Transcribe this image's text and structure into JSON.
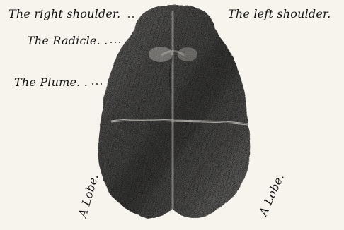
{
  "labels": {
    "right_shoulder": "The right shoulder.",
    "left_shoulder": "The left shoulder.",
    "radicle": "The Radicle. .",
    "plume": "The Plume. .",
    "lobe_left": "A Lobe.",
    "lobe_right": "A Lobe."
  },
  "style": {
    "ink": "#121212",
    "paper": "#f7f4ee"
  }
}
